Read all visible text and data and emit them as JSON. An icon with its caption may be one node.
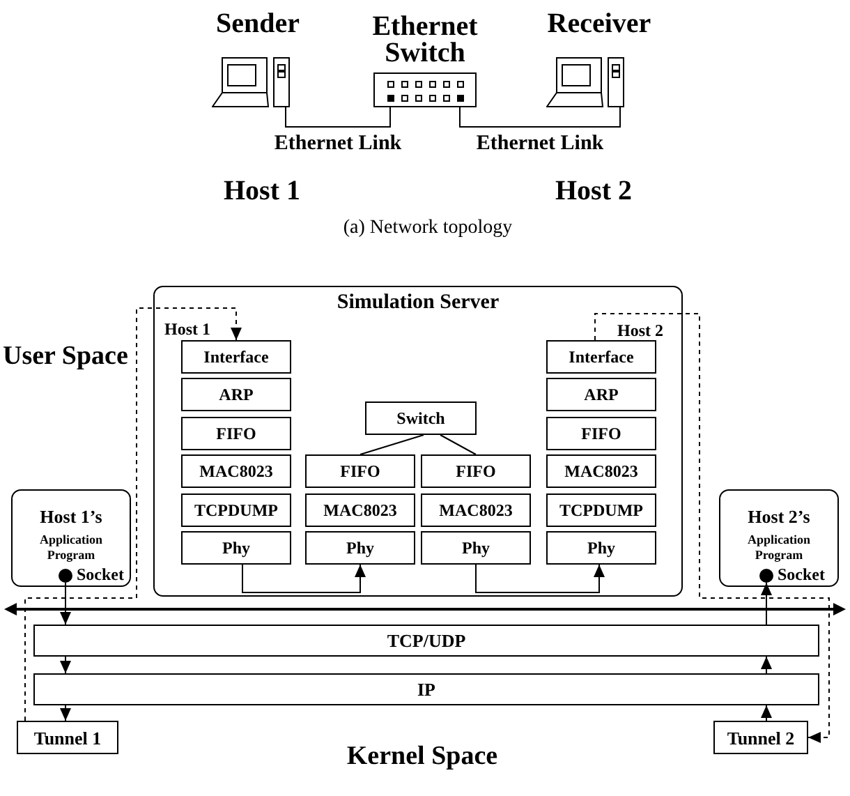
{
  "diagram": {
    "caption": "(a) Network topology",
    "nodes": [
      {
        "text": [
          "Sender"
        ],
        "beside": [
          "Host 1"
        ]
      },
      {
        "text": [
          "Ethernet Switch"
        ]
      },
      {
        "text": [
          "Receiver"
        ],
        "beside": [
          "Host 2"
        ]
      },
      {
        "text": [
          "Simulation Server"
        ]
      },
      {
        "text": [
          "Interface"
        ],
        "in": 3
      },
      {
        "text": [
          "ARP"
        ],
        "in": 3
      },
      {
        "text": [
          "FIFO"
        ],
        "in": 3
      },
      {
        "text": [
          "MAC8023"
        ],
        "in": 3
      },
      {
        "text": [
          "TCPDUMP"
        ],
        "in": 3
      },
      {
        "text": [
          "Phy"
        ],
        "in": 3
      },
      {
        "text": [
          "Switch"
        ],
        "in": 3
      },
      {
        "text": [
          "FIFO"
        ],
        "in": 3
      },
      {
        "text": [
          "MAC8023"
        ],
        "in": 3
      },
      {
        "text": [
          "Phy"
        ],
        "in": 3
      },
      {
        "text": [
          "FIFO"
        ],
        "in": 3
      },
      {
        "text": [
          "MAC8023"
        ],
        "in": 3
      },
      {
        "text": [
          "Phy"
        ],
        "in": 3
      },
      {
        "text": [
          "Interface"
        ],
        "in": 3
      },
      {
        "text": [
          "ARP"
        ],
        "in": 3
      },
      {
        "text": [
          "FIFO"
        ],
        "in": 3
      },
      {
        "text": [
          "MAC8023"
        ],
        "in": 3
      },
      {
        "text": [
          "TCPDUMP"
        ],
        "in": 3
      },
      {
        "text": [
          "Phy"
        ],
        "in": 3
      },
      {
        "text": [
          "Host 1’s",
          "Application Program"
        ]
      },
      {
        "text": [],
        "shape": "circle",
        "in": 23,
        "beside": [
          "Socket"
        ]
      },
      {
        "text": [
          "Host 2’s",
          "Application Program"
        ]
      },
      {
        "text": [],
        "shape": "circle",
        "in": 25,
        "beside": [
          "Socket"
        ]
      },
      {
        "text": [
          "TCP/UDP"
        ]
      },
      {
        "text": [
          "IP"
        ]
      },
      {
        "text": [
          "Tunnel 1"
        ]
      },
      {
        "text": [
          "Tunnel 2"
        ]
      }
    ],
    "edges": [
      {
        "from": 0,
        "to": 1,
        "arrow": "none",
        "label": "Ethernet Link"
      },
      {
        "from": 1,
        "to": 2,
        "arrow": "none",
        "label": "Ethernet Link"
      },
      {
        "from": 10,
        "to": 11,
        "arrow": "none"
      },
      {
        "from": 10,
        "to": 14,
        "arrow": "none"
      },
      {
        "from": 9,
        "to": 13,
        "arrow": "to"
      },
      {
        "from": 16,
        "to": 22,
        "arrow": "to"
      },
      {
        "from": 24,
        "to": 27,
        "arrow": "to"
      },
      {
        "from": 27,
        "to": 28,
        "arrow": "to"
      },
      {
        "from": 28,
        "to": 29,
        "arrow": "to"
      },
      {
        "from": 30,
        "to": 28,
        "arrow": "to"
      },
      {
        "from": 28,
        "to": 27,
        "arrow": "to"
      },
      {
        "from": 27,
        "to": 26,
        "arrow": "to"
      },
      {
        "from": 29,
        "to": 4,
        "arrow": "to",
        "style": "dashed"
      },
      {
        "from": 17,
        "to": 30,
        "arrow": "to",
        "style": "dashed"
      }
    ],
    "labels": [
      "Host 1",
      "Host 2",
      "User Space",
      "Kernel Space"
    ]
  }
}
